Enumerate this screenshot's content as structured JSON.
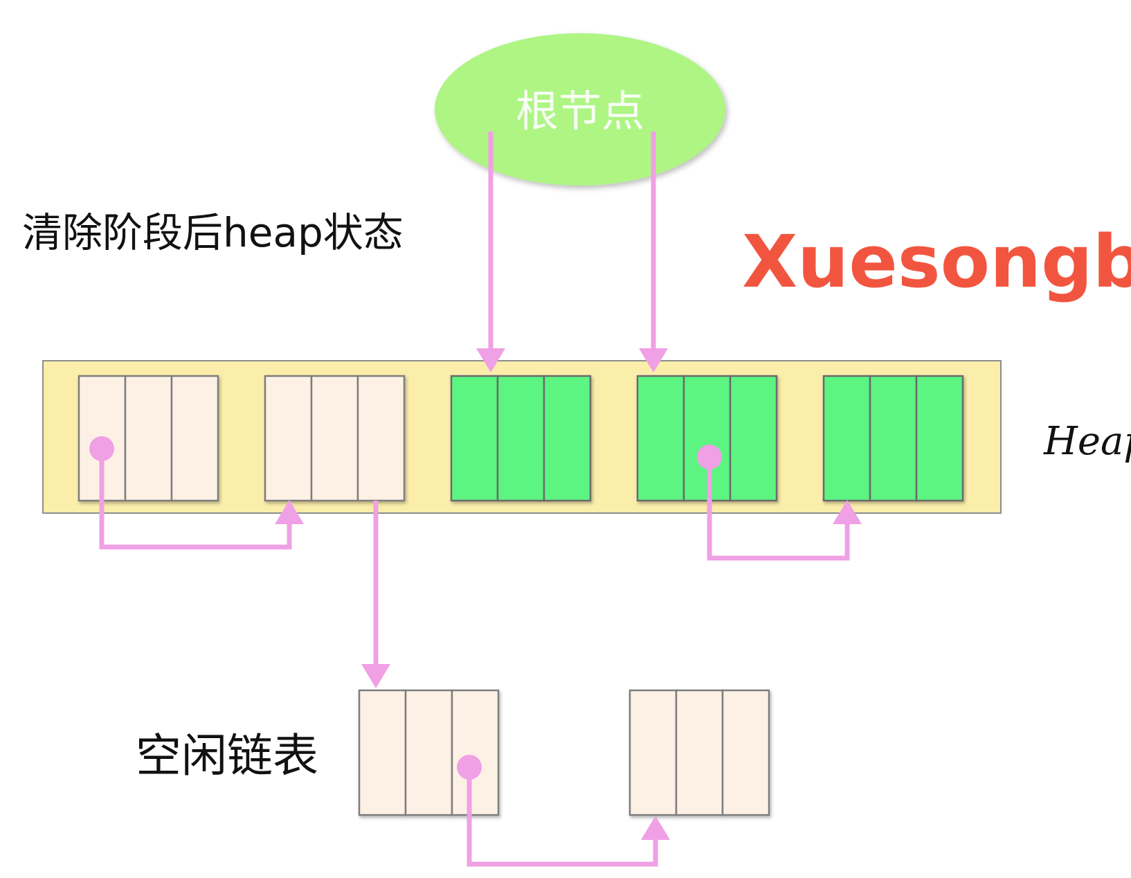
{
  "root_node": {
    "label": "根节点",
    "color": "#aef584"
  },
  "heap_title": "清除阶段后heap状态",
  "heap_label": "Heap",
  "free_list_label": "空闲链表",
  "watermark": "Xuesongbj",
  "heap_blocks": [
    {
      "state": "free",
      "cells": 3
    },
    {
      "state": "free",
      "cells": 3
    },
    {
      "state": "live",
      "cells": 3
    },
    {
      "state": "live",
      "cells": 3
    },
    {
      "state": "live",
      "cells": 3
    }
  ],
  "free_list_blocks": [
    {
      "state": "free",
      "cells": 3
    },
    {
      "state": "free",
      "cells": 3
    }
  ],
  "colors": {
    "heap_background": "#fbeeab",
    "free_cell": "#fdf1e6",
    "live_cell": "#5cf582",
    "pointer": "#f0a0e4",
    "watermark": "#f2553f"
  }
}
